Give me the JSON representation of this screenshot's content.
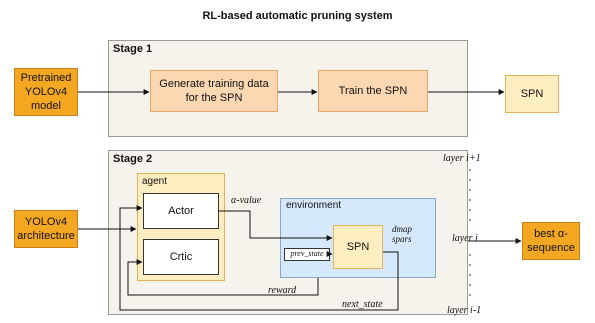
{
  "title": "RL-based automatic pruning system",
  "stage1": {
    "label": "Stage 1",
    "input": "Pretrained YOLOv4 model",
    "generate": "Generate training data for the SPN",
    "train": "Train the SPN",
    "output": "SPN"
  },
  "stage2": {
    "label": "Stage 2",
    "input": "YOLOv4 architecture",
    "agent_label": "agent",
    "actor": "Actor",
    "critic": "Crtic",
    "alpha_value": "α-value",
    "environment_label": "environment",
    "spn": "SPN",
    "prev_state": "prev_state",
    "dmap": "dmap",
    "spars": "spars",
    "reward": "reward",
    "next_state": "next_state",
    "layer_top": "layer i+1",
    "layer_mid": "layer i",
    "layer_bottom": "layer i-1",
    "output": "best α-sequence"
  },
  "colors": {
    "stage_bg": "#f6f2ec",
    "orange": "#f4a720",
    "peach": "#fbd8b2",
    "light_yellow": "#ffeec2",
    "environment_blue": "#d6e8fb"
  }
}
